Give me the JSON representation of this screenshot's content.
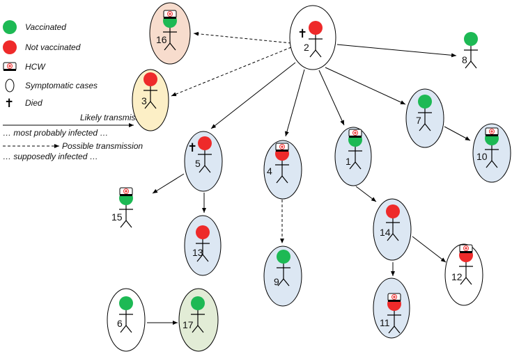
{
  "legend": {
    "vaccinated": "Vaccinated",
    "not_vaccinated": "Not vaccinated",
    "hcw": "HCW",
    "symptomatic": "Symptomatic cases",
    "died": "Died",
    "died_symbol": "✝",
    "likely_transmission": "Likely transmission",
    "likely_note": "… most probably infected …",
    "possible_transmission": "Possible transmission",
    "possible_note": "… supposedly infected …"
  },
  "colors": {
    "vaccinated": "#1db954",
    "not_vaccinated": "#ee2a2a",
    "blue_fill": "#dce7f3",
    "peach_fill": "#f7dccd",
    "yellow_fill": "#fcefc6",
    "green_fill": "#e2ecd6"
  },
  "cases": [
    {
      "id": "2",
      "status": "not_vaccinated",
      "hcw": false,
      "died": true,
      "symptomatic": true,
      "fill": "white"
    },
    {
      "id": "16",
      "status": "vaccinated",
      "hcw": true,
      "died": false,
      "symptomatic": true,
      "fill": "peach"
    },
    {
      "id": "3",
      "status": "not_vaccinated",
      "hcw": false,
      "died": false,
      "symptomatic": true,
      "fill": "yellow"
    },
    {
      "id": "8",
      "status": "vaccinated",
      "hcw": false,
      "died": false,
      "symptomatic": false,
      "fill": "none"
    },
    {
      "id": "5",
      "status": "not_vaccinated",
      "hcw": false,
      "died": true,
      "symptomatic": true,
      "fill": "blue"
    },
    {
      "id": "4",
      "status": "not_vaccinated",
      "hcw": true,
      "died": false,
      "symptomatic": true,
      "fill": "blue"
    },
    {
      "id": "1",
      "status": "vaccinated",
      "hcw": true,
      "died": false,
      "symptomatic": true,
      "fill": "blue"
    },
    {
      "id": "7",
      "status": "vaccinated",
      "hcw": false,
      "died": false,
      "symptomatic": true,
      "fill": "blue"
    },
    {
      "id": "10",
      "status": "vaccinated",
      "hcw": true,
      "died": false,
      "symptomatic": true,
      "fill": "blue"
    },
    {
      "id": "15",
      "status": "vaccinated",
      "hcw": true,
      "died": false,
      "symptomatic": false,
      "fill": "none"
    },
    {
      "id": "13",
      "status": "not_vaccinated",
      "hcw": false,
      "died": false,
      "symptomatic": true,
      "fill": "blue"
    },
    {
      "id": "9",
      "status": "vaccinated",
      "hcw": false,
      "died": false,
      "symptomatic": true,
      "fill": "blue"
    },
    {
      "id": "14",
      "status": "not_vaccinated",
      "hcw": false,
      "died": false,
      "symptomatic": true,
      "fill": "blue"
    },
    {
      "id": "12",
      "status": "not_vaccinated",
      "hcw": true,
      "died": false,
      "symptomatic": true,
      "fill": "white"
    },
    {
      "id": "11",
      "status": "not_vaccinated",
      "hcw": true,
      "died": false,
      "symptomatic": true,
      "fill": "blue"
    },
    {
      "id": "6",
      "status": "vaccinated",
      "hcw": false,
      "died": false,
      "symptomatic": true,
      "fill": "white"
    },
    {
      "id": "17",
      "status": "vaccinated",
      "hcw": false,
      "died": false,
      "symptomatic": true,
      "fill": "green"
    }
  ],
  "transmissions": [
    {
      "from": "2",
      "to": "16",
      "type": "possible"
    },
    {
      "from": "2",
      "to": "3",
      "type": "possible"
    },
    {
      "from": "2",
      "to": "8",
      "type": "likely"
    },
    {
      "from": "2",
      "to": "5",
      "type": "likely"
    },
    {
      "from": "2",
      "to": "4",
      "type": "likely"
    },
    {
      "from": "2",
      "to": "1",
      "type": "likely"
    },
    {
      "from": "2",
      "to": "7",
      "type": "likely"
    },
    {
      "from": "7",
      "to": "10",
      "type": "likely"
    },
    {
      "from": "5",
      "to": "15",
      "type": "likely"
    },
    {
      "from": "5",
      "to": "13",
      "type": "likely"
    },
    {
      "from": "4",
      "to": "9",
      "type": "possible"
    },
    {
      "from": "1",
      "to": "14",
      "type": "likely"
    },
    {
      "from": "14",
      "to": "12",
      "type": "likely"
    },
    {
      "from": "14",
      "to": "11",
      "type": "likely"
    },
    {
      "from": "6",
      "to": "17",
      "type": "likely"
    }
  ]
}
